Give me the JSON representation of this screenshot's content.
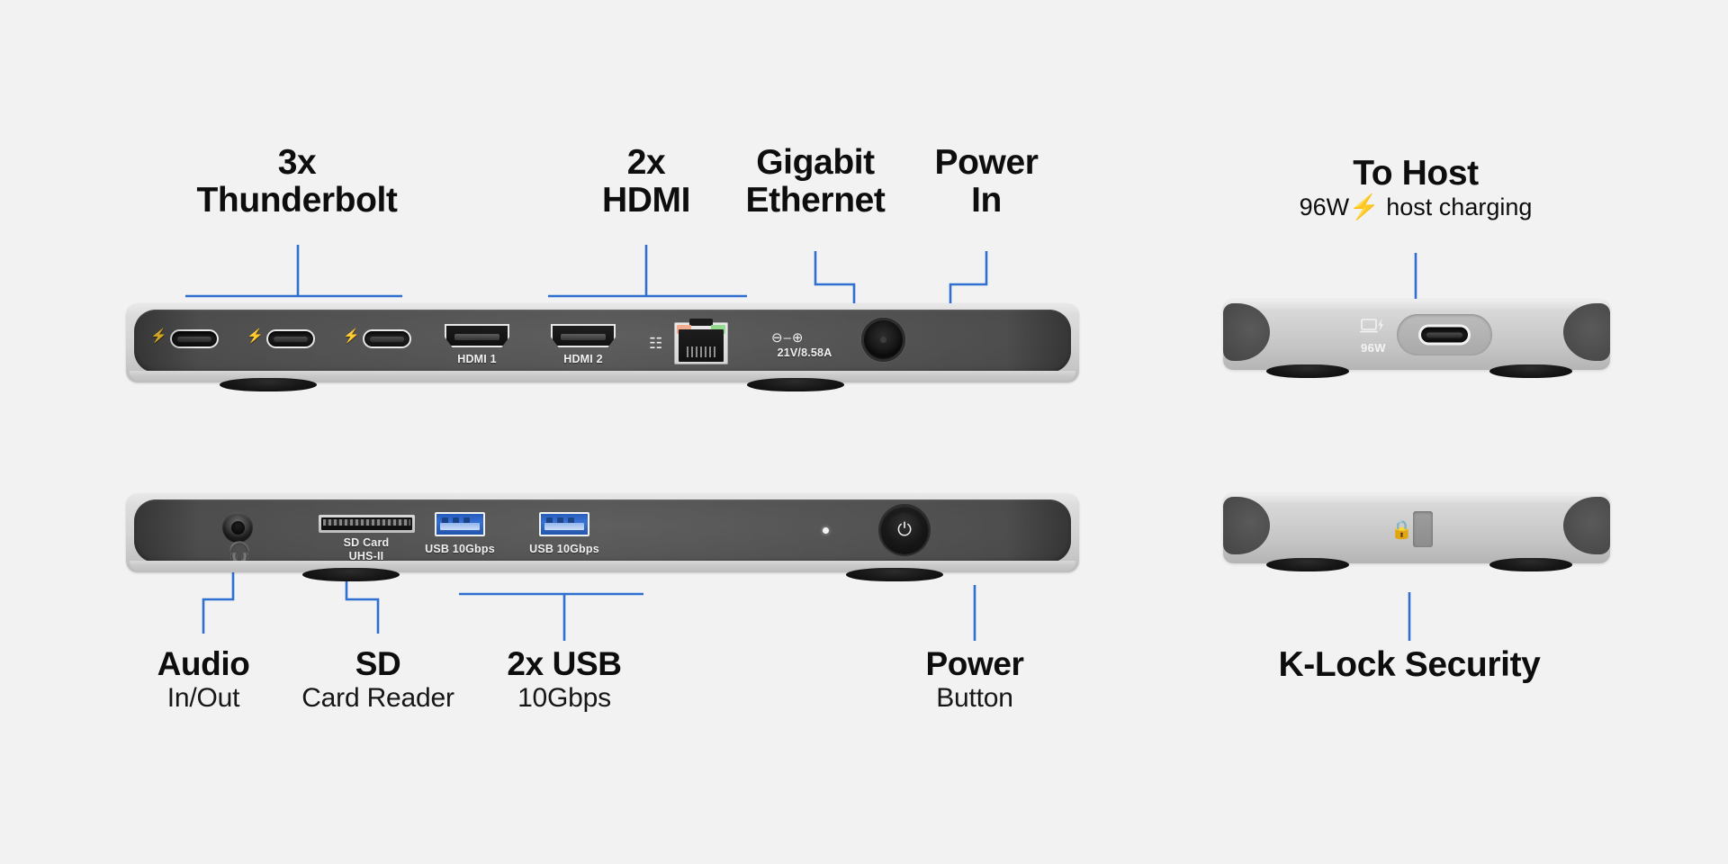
{
  "page": {
    "background_color": "#f2f2f2",
    "accent_color": "#2f6fd0",
    "text_color": "#0d0d0d"
  },
  "callouts": {
    "thunderbolt": {
      "title": "3x",
      "subtitle": "Thunderbolt"
    },
    "hdmi": {
      "title": "2x",
      "subtitle": "HDMI"
    },
    "ethernet": {
      "title": "Gigabit",
      "subtitle": "Ethernet"
    },
    "power_in": {
      "title": "Power",
      "subtitle": "In"
    },
    "to_host": {
      "title": "To Host",
      "subtitle_pre": "96W",
      "subtitle_bolt": "⚡",
      "subtitle_post": " host charging"
    },
    "audio": {
      "title": "Audio",
      "subtitle": "In/Out"
    },
    "sd": {
      "title": "SD",
      "subtitle": "Card Reader"
    },
    "usb": {
      "title": "2x USB",
      "subtitle": "10Gbps"
    },
    "power_button": {
      "title": "Power",
      "subtitle": "Button"
    },
    "klock": {
      "title": "K-Lock Security",
      "subtitle": ""
    }
  },
  "rear_panel": {
    "name": "Rear I/O panel",
    "thunderbolt_ports": [
      {
        "icon": "thunderbolt-bolt-icon",
        "label": ""
      },
      {
        "icon": "thunderbolt-bolt-icon",
        "label": ""
      },
      {
        "icon": "thunderbolt-bolt-icon",
        "label": ""
      }
    ],
    "hdmi_ports": [
      {
        "label": "HDMI 1"
      },
      {
        "label": "HDMI 2"
      }
    ],
    "ethernet": {
      "icon": "network-icon",
      "label": ""
    },
    "power_in": {
      "icon": "polarity-icon",
      "polarity": "⊖‒⊕",
      "rating": "21V/8.58A"
    }
  },
  "front_panel": {
    "name": "Front I/O panel",
    "audio": {
      "icon": "headset-icon",
      "label": ""
    },
    "sd_card": {
      "label_line1": "SD Card",
      "label_line2": "UHS-II"
    },
    "usb_ports": [
      {
        "label": "USB 10Gbps"
      },
      {
        "label": "USB 10Gbps"
      }
    ],
    "status_led": {
      "name": "status-led"
    },
    "power_button": {
      "icon": "power-icon",
      "glyph": "⏻"
    }
  },
  "host_panel": {
    "name": "Host-side panel",
    "mark": {
      "icon": "laptop-charging-icon",
      "wattage": "96W"
    }
  },
  "lock_panel": {
    "name": "Security lock panel",
    "lock": {
      "icon": "lock-icon"
    }
  }
}
